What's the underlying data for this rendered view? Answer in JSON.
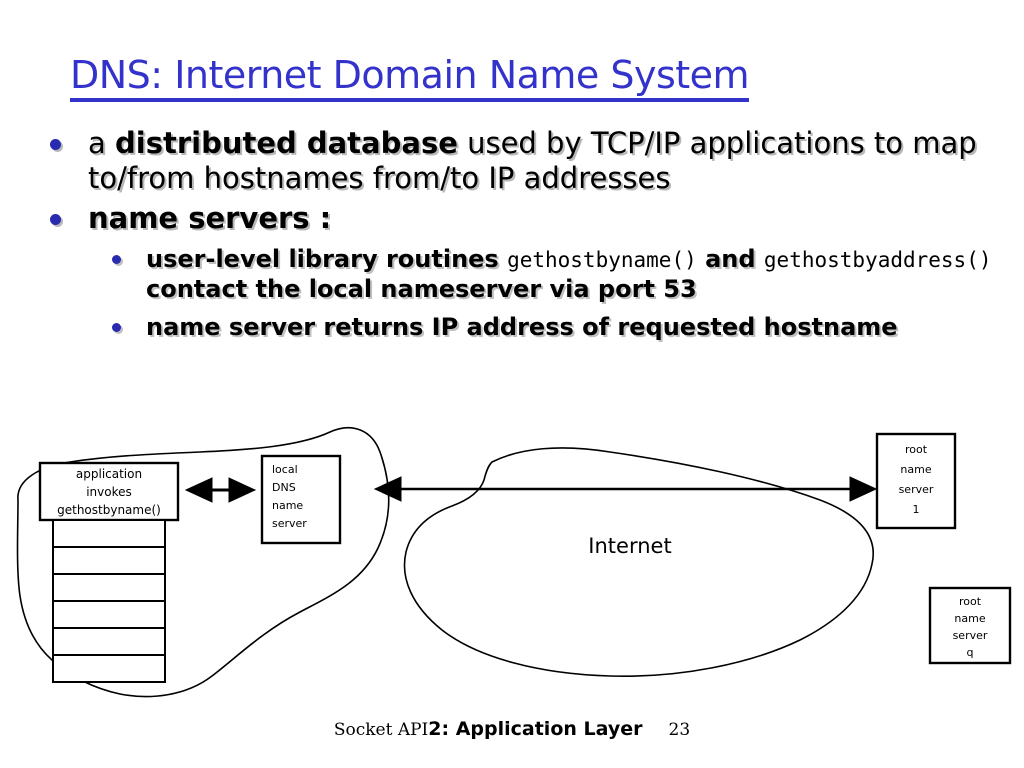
{
  "slide": {
    "title": "DNS: Internet Domain Name System",
    "title_color": "#3333cc",
    "bullet_color": "#2a2ab0"
  },
  "bullets": [
    {
      "level": 1,
      "parts": [
        {
          "text": "a ",
          "style": "normal"
        },
        {
          "text": "distributed database",
          "style": "bold"
        },
        {
          "text": " used by TCP/IP applications to map to/from hostnames from/to IP addresses",
          "style": "normal"
        }
      ]
    },
    {
      "level": 1,
      "parts": [
        {
          "text": "name servers :",
          "style": "bold"
        }
      ]
    },
    {
      "level": 2,
      "parts": [
        {
          "text": "user-level library routines ",
          "style": "bold"
        },
        {
          "text": "gethostbyname()",
          "style": "mono"
        },
        {
          "text": " and ",
          "style": "bold"
        },
        {
          "text": "gethostbyaddress()",
          "style": "mono"
        },
        {
          "text": " contact the local nameserver via port 53",
          "style": "bold"
        }
      ]
    },
    {
      "level": 2,
      "parts": [
        {
          "text": "name server returns IP address of requested hostname",
          "style": "bold"
        }
      ]
    }
  ],
  "diagram": {
    "application_box": {
      "lines": [
        "application",
        "invokes",
        "gethostbyname()"
      ]
    },
    "local_dns_box": {
      "lines": [
        "local",
        "DNS",
        "name",
        "server"
      ]
    },
    "root_server_1": {
      "lines": [
        "root",
        "name",
        "server",
        "1"
      ]
    },
    "root_server_q": {
      "lines": [
        "root",
        "name",
        "server",
        "q"
      ]
    },
    "cloud_label": "Internet",
    "stack_rows": 6
  },
  "footer": {
    "source": "Socket API",
    "chapter": "2: Application Layer",
    "page": "23"
  }
}
